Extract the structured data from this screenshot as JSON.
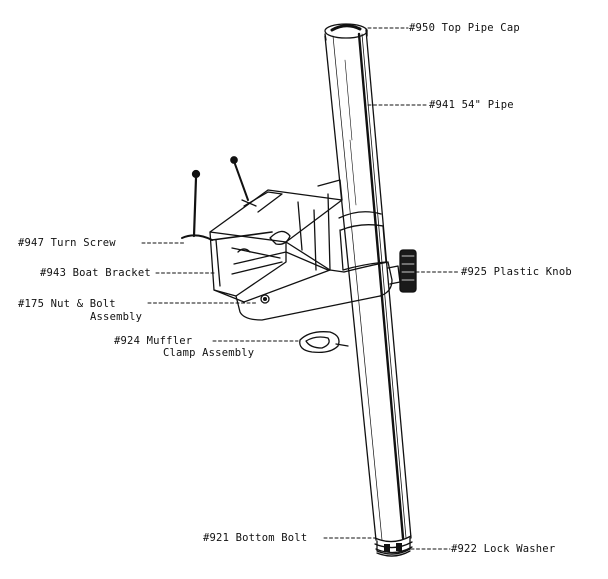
{
  "diagram": {
    "labels": {
      "top_pipe_cap": "#950 Top Pipe Cap",
      "pipe_54": "#941 54\" Pipe",
      "turn_screw": "#947 Turn Screw",
      "boat_bracket": "#943 Boat Bracket",
      "plastic_knob": "#925 Plastic Knob",
      "nut_bolt_line1": "#175 Nut & Bolt",
      "nut_bolt_line2": "Assembly",
      "muffler_line1": "#924 Muffler",
      "muffler_line2": "Clamp Assembly",
      "bottom_bolt": "#921 Bottom Bolt",
      "lock_washer": "#922 Lock Washer"
    },
    "colors": {
      "ink": "#111111",
      "paper": "#ffffff"
    }
  }
}
